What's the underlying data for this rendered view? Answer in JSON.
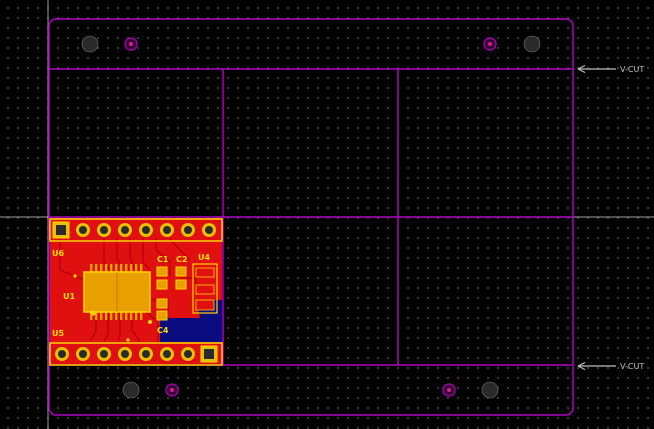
{
  "annotations": {
    "vcut_top": "V-CUT",
    "vcut_bottom": "V-CUT"
  },
  "designators": {
    "u6": "U6",
    "u5": "U5",
    "u1": "U1",
    "c1": "C1",
    "c2": "C2",
    "u4": "U4",
    "c4": "C4"
  },
  "colors": {
    "board_outline": "#b000c0",
    "copper_top": "#e01010",
    "copper_bottom": "#0b0b80",
    "silkscreen": "#ffd400",
    "drill": "#2a2a2a",
    "background": "#000000"
  }
}
